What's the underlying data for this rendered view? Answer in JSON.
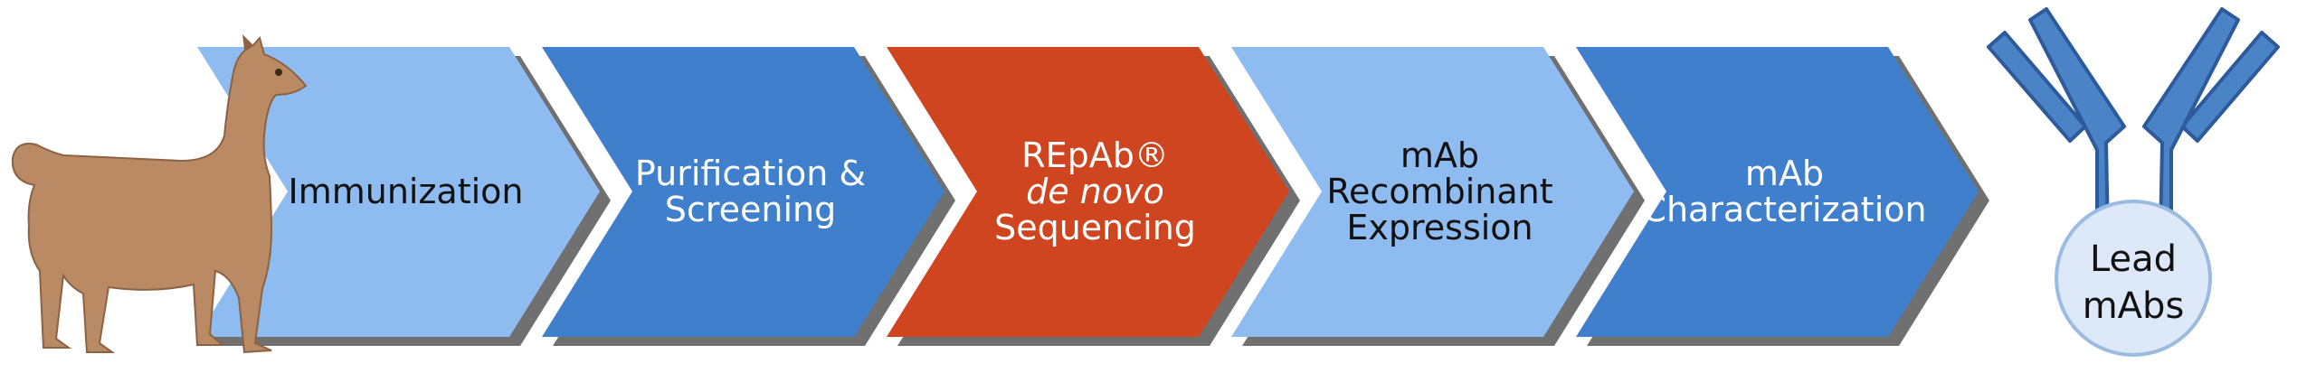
{
  "colors": {
    "light_blue": "#8fbcf0",
    "dark_blue": "#3f7fcb",
    "orange": "#cf4520",
    "shadow": "#707070",
    "antibody_fill": "#4a83c6",
    "antibody_stroke": "#2c5a9a",
    "lead_circle_fill": "#dde9f8",
    "lead_circle_stroke": "#9cbbe0",
    "llama": "#b98a63"
  },
  "steps": [
    {
      "id": "immunization",
      "color": "light_blue",
      "text_color": "#111111",
      "lines": [
        "Immunization"
      ]
    },
    {
      "id": "purification-screening",
      "color": "dark_blue",
      "text_color": "#ffffff",
      "lines": [
        "Purification &",
        "Screening"
      ]
    },
    {
      "id": "repab-sequencing",
      "color": "orange",
      "text_color": "#ffffff",
      "lines": [
        "REpAb®",
        "de novo",
        "Sequencing"
      ],
      "italic_line": 1
    },
    {
      "id": "mab-recombinant-expression",
      "color": "light_blue",
      "text_color": "#111111",
      "lines": [
        "mAb",
        "Recombinant",
        "Expression"
      ]
    },
    {
      "id": "mab-characterization",
      "color": "dark_blue",
      "text_color": "#ffffff",
      "lines": [
        "mAb",
        "Characterization"
      ]
    }
  ],
  "lead": {
    "lines": [
      "Lead",
      "mAbs"
    ]
  },
  "icons": {
    "llama": "llama-icon",
    "antibody": "antibody-icon"
  }
}
